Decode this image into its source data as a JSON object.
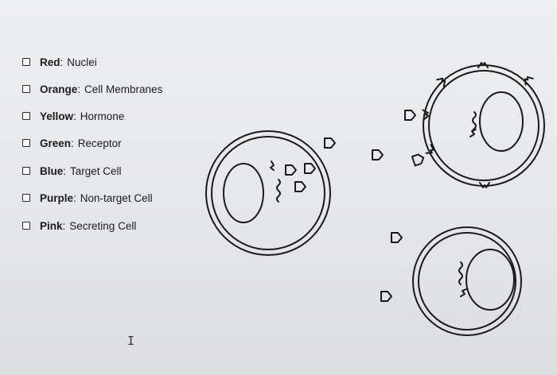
{
  "legend": [
    {
      "key": "Red",
      "value": "Nuclei"
    },
    {
      "key": "Orange",
      "value": "Cell Membranes"
    },
    {
      "key": "Yellow",
      "value": "Hormone"
    },
    {
      "key": "Green",
      "value": "Receptor"
    },
    {
      "key": "Blue",
      "value": "Target Cell"
    },
    {
      "key": "Purple",
      "value": "Non-target Cell"
    },
    {
      "key": "Pink",
      "value": "Secreting Cell"
    }
  ],
  "icons": [
    "checkbox",
    "hormone-icon",
    "receptor-icon",
    "dna-strand-icon",
    "text-cursor-icon"
  ],
  "colors": {
    "background": "#e9eaec",
    "ink": "#1a1a1a"
  }
}
